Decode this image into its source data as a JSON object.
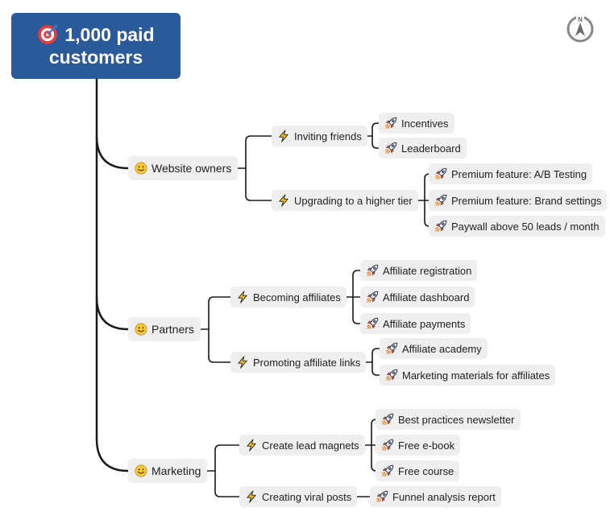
{
  "root": {
    "line1": "1,000 paid",
    "line2": "customers",
    "icon": "target-icon"
  },
  "compass": {
    "icon": "compass-icon",
    "label": "N"
  },
  "colors": {
    "root_bg": "#2b5a9a",
    "node_bg": "#efefef",
    "edge": "#1a1a1a"
  },
  "branches": [
    {
      "label": "Website owners",
      "icon": "smiley-icon",
      "children": [
        {
          "label": "Inviting friends",
          "icon": "lightning-icon",
          "children": [
            {
              "label": "Incentives"
            },
            {
              "label": "Leaderboard"
            }
          ]
        },
        {
          "label": "Upgrading to a higher tier",
          "icon": "lightning-icon",
          "children": [
            {
              "label": "Premium feature: A/B Testing"
            },
            {
              "label": "Premium feature: Brand settings"
            },
            {
              "label": "Paywall above 50 leads / month"
            }
          ]
        }
      ]
    },
    {
      "label": "Partners",
      "icon": "smiley-icon",
      "children": [
        {
          "label": "Becoming affiliates",
          "icon": "lightning-icon",
          "children": [
            {
              "label": "Affiliate registration"
            },
            {
              "label": "Affiliate dashboard"
            },
            {
              "label": "Affiliate payments"
            }
          ]
        },
        {
          "label": "Promoting affiliate links",
          "icon": "lightning-icon",
          "children": [
            {
              "label": "Affiliate academy"
            },
            {
              "label": "Marketing materials for affiliates"
            }
          ]
        }
      ]
    },
    {
      "label": "Marketing",
      "icon": "smiley-icon",
      "children": [
        {
          "label": "Create lead magnets",
          "icon": "lightning-icon",
          "children": [
            {
              "label": "Best practices newsletter"
            },
            {
              "label": "Free e-book"
            },
            {
              "label": "Free course"
            }
          ]
        },
        {
          "label": "Creating viral posts",
          "icon": "lightning-icon",
          "children": [
            {
              "label": "Funnel analysis report"
            }
          ]
        }
      ]
    }
  ]
}
